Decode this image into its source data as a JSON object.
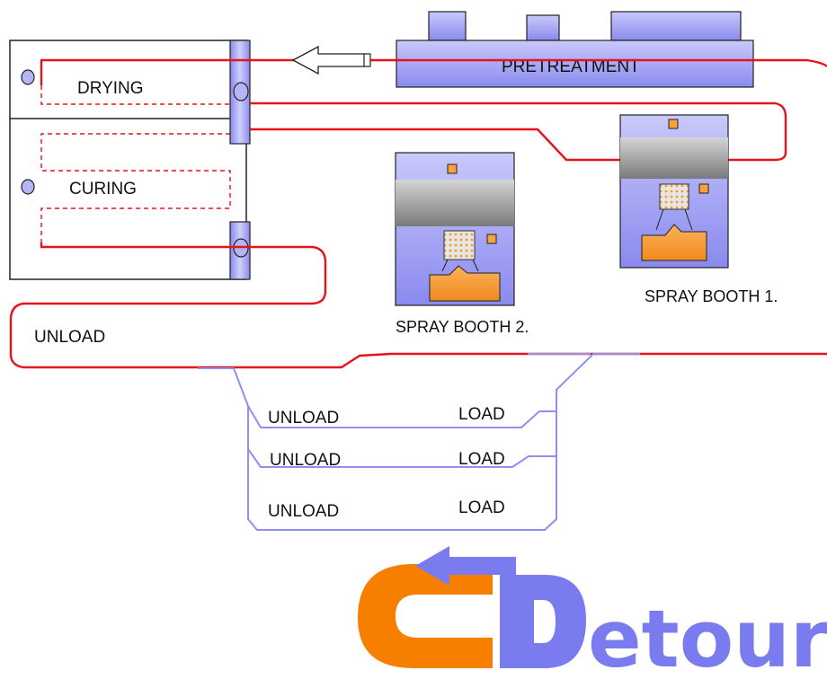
{
  "colors": {
    "conveyor": "#e8121a",
    "load_line": "#8f8ff0",
    "equipment_blue": "#9b9bf2",
    "equipment_stroke": "#222222",
    "hood_gray": "#9a9a9a",
    "accent_orange": "#f7a23e",
    "logo_orange": "#f77f00",
    "logo_blue": "#7b7bf0"
  },
  "labels": {
    "pretreatment": "PRETREATMENT",
    "drying": "DRYING",
    "curing": "CURING",
    "unload_main": "UNLOAD",
    "spray_booth_1": "SPRAY BOOTH 1.",
    "spray_booth_2": "SPRAY BOOTH 2."
  },
  "stations": [
    {
      "unload": "UNLOAD",
      "load": "LOAD"
    },
    {
      "unload": "UNLOAD",
      "load": "LOAD"
    },
    {
      "unload": "UNLOAD",
      "load": "LOAD"
    }
  ],
  "logo": {
    "text": "etour",
    "icons": [
      "orange-c-shape",
      "blue-arrow",
      "blue-d-shape"
    ]
  }
}
